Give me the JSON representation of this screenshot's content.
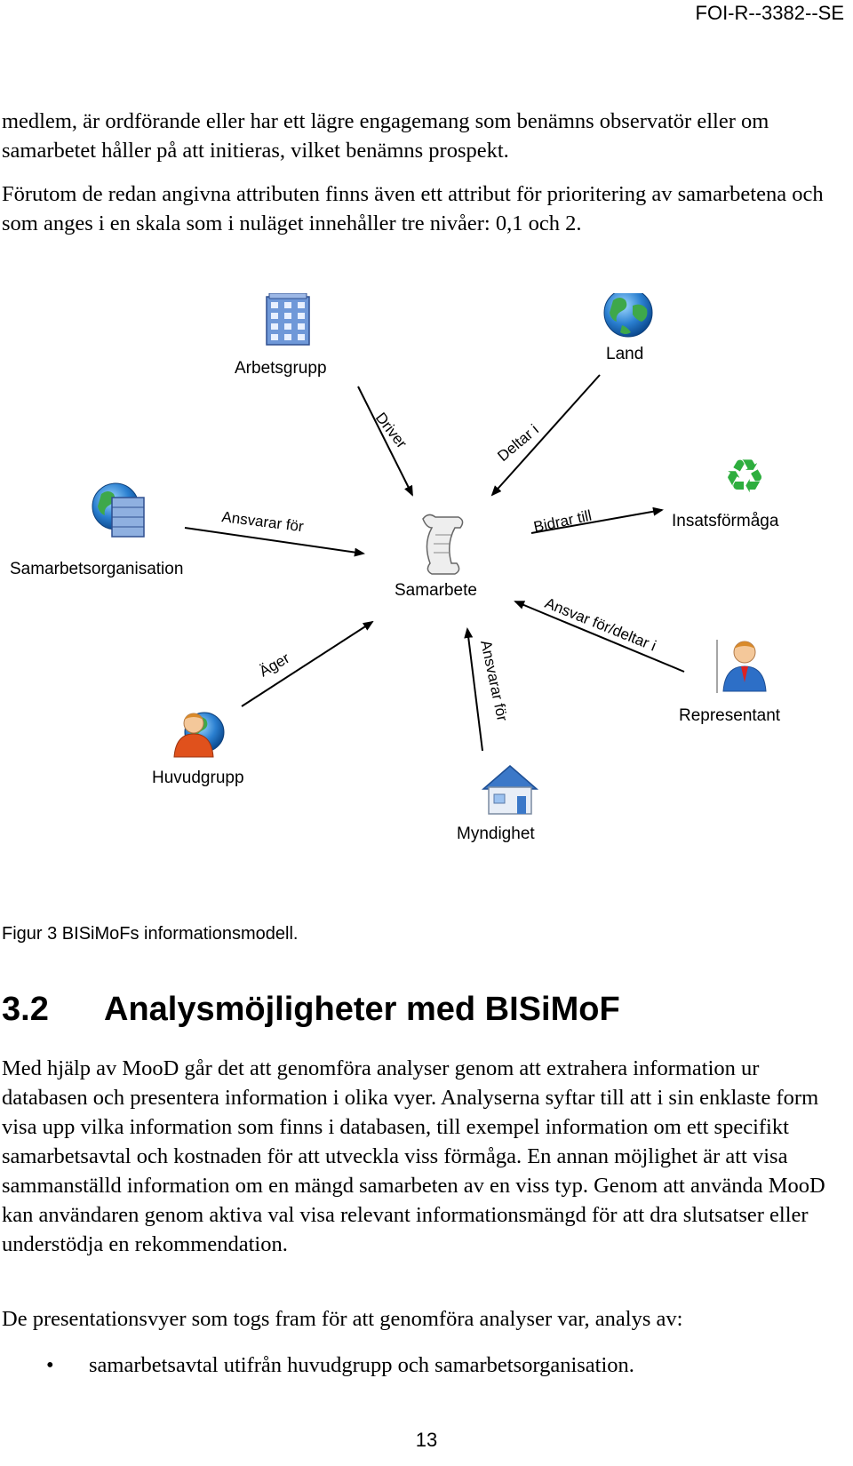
{
  "header": {
    "reference": "FOI-R--3382--SE"
  },
  "paragraphs": {
    "p1": "medlem, är ordförande eller har ett lägre engagemang som benämns observatör eller om samarbetet håller på att initieras, vilket benämns prospekt.",
    "p2": "Förutom de redan angivna attributen finns även ett attribut för prioritering av samarbetena och som anges i en skala som i nuläget innehåller tre nivåer: 0,1 och 2.",
    "p3": "Med hjälp av MooD går det att genomföra analyser genom att extrahera information ur databasen och presentera information i olika vyer. Analyserna syftar till att i sin enklaste form visa upp vilka information som finns i databasen, till exempel information om ett specifikt samarbetsavtal och kostnaden för att utveckla viss förmåga. En annan möjlighet är att visa sammanställd information om en mängd samarbeten av en viss typ. Genom att använda MooD kan användaren genom aktiva val visa relevant informationsmängd för att dra slutsatser eller understödja en rekommendation.",
    "p4": "De presentationsvyer som togs fram för att genomföra analyser var, analys av:"
  },
  "diagram": {
    "nodes": {
      "arbetsgrupp": {
        "label": "Arbetsgrupp",
        "icon": "building-icon"
      },
      "land": {
        "label": "Land",
        "icon": "globe-icon"
      },
      "samarbetsorganisation": {
        "label": "Samarbetsorganisation",
        "icon": "globe-server-icon"
      },
      "samarbete": {
        "label": "Samarbete",
        "icon": "scroll-icon"
      },
      "insatsformaga": {
        "label": "Insatsförmåga",
        "icon": "recycle-icon"
      },
      "representant": {
        "label": "Representant",
        "icon": "person-icon"
      },
      "huvudgrupp": {
        "label": "Huvudgrupp",
        "icon": "person-globe-icon"
      },
      "myndighet": {
        "label": "Myndighet",
        "icon": "house-icon"
      }
    },
    "edges": {
      "driver": "Driver",
      "deltar_i": "Deltar i",
      "ansvarar_for_org": "Ansvarar för",
      "bidrar_till": "Bidrar till",
      "ager": "Äger",
      "ansvarar_for_myn": "Ansvarar för",
      "ansvar_for_deltar_i": "Ansvar för/deltar i"
    }
  },
  "figure_caption": "Figur 3 BISiMoFs informationsmodell.",
  "section": {
    "number": "3.2",
    "title": "Analysmöjligheter med BISiMoF"
  },
  "bullets": [
    "samarbetsavtal utifrån huvudgrupp och samarbetsorganisation."
  ],
  "bullet_symbol": "•",
  "page_number": "13"
}
